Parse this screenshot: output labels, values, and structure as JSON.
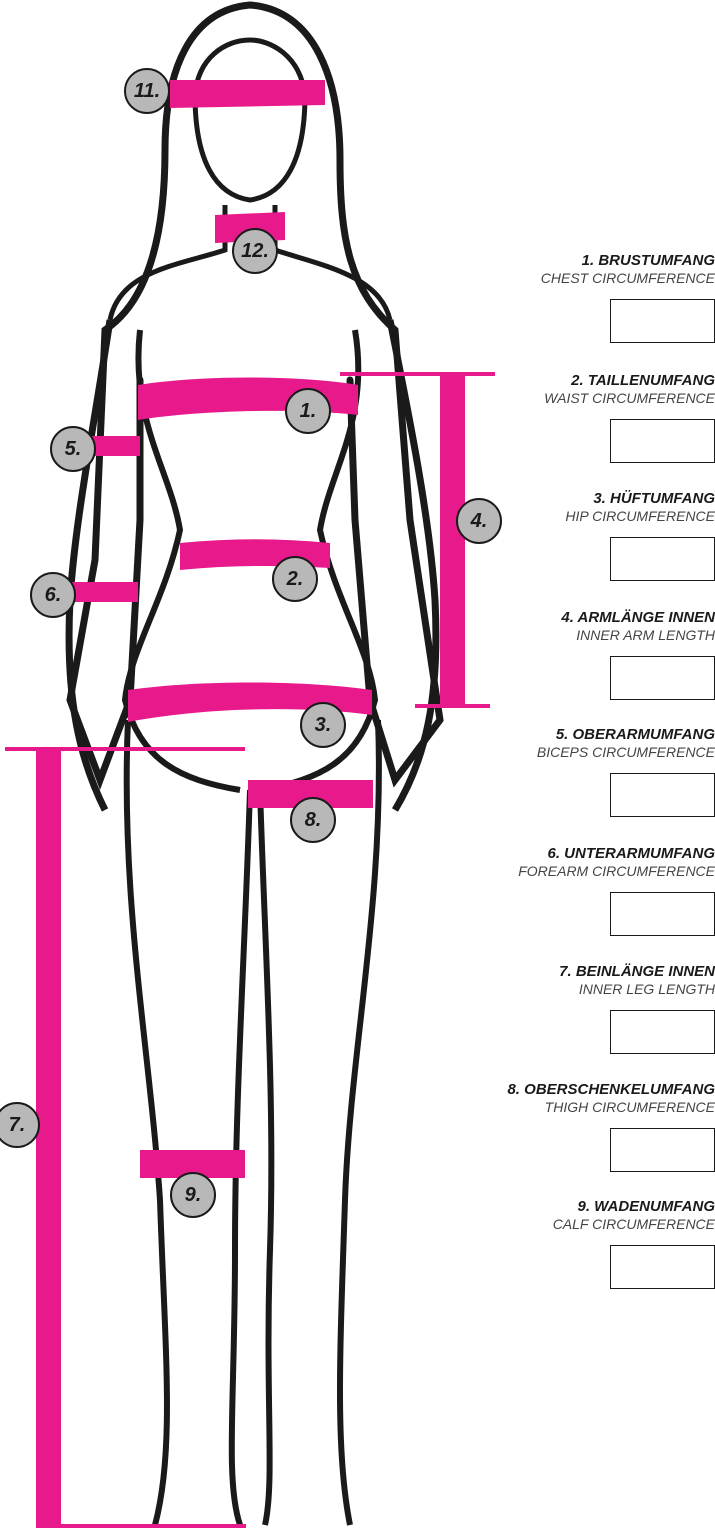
{
  "accent_color": "#e8198b",
  "outline_color": "#1a1a1a",
  "marker_color": "#b8b8b8",
  "markers": {
    "m1": "1.",
    "m2": "2.",
    "m3": "3.",
    "m4": "4.",
    "m5": "5.",
    "m6": "6.",
    "m7": "7.",
    "m8": "8.",
    "m9": "9.",
    "m11": "11.",
    "m12": "12."
  },
  "fields": [
    {
      "de": "1. BRUSTUMFANG",
      "en": "CHEST CIRCUMFERENCE"
    },
    {
      "de": "2. TAILLENUMFANG",
      "en": "WAIST CIRCUMFERENCE"
    },
    {
      "de": "3. HÜFTUMFANG",
      "en": "HIP CIRCUMFERENCE"
    },
    {
      "de": "4. ARMLÄNGE INNEN",
      "en": "INNER ARM LENGTH"
    },
    {
      "de": "5. OBERARMUMFANG",
      "en": "BICEPS CIRCUMFERENCE"
    },
    {
      "de": "6. UNTERARMUMFANG",
      "en": "FOREARM CIRCUMFERENCE"
    },
    {
      "de": "7. BEINLÄNGE INNEN",
      "en": "INNER LEG LENGTH"
    },
    {
      "de": "8. OBERSCHENKELUMFANG",
      "en": "THIGH CIRCUMFERENCE"
    },
    {
      "de": "9. WADENUMFANG",
      "en": "CALF CIRCUMFERENCE"
    }
  ]
}
